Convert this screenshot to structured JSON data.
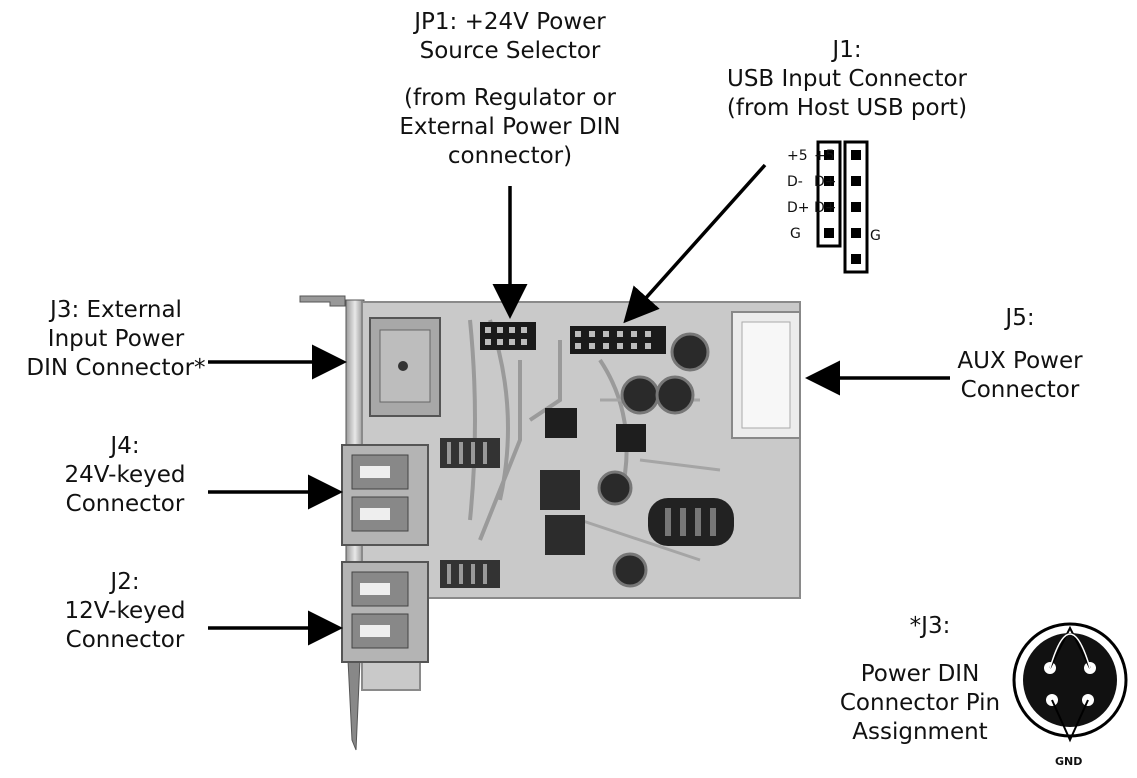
{
  "labels": {
    "jp1": {
      "line1": "JP1: +24V Power",
      "line2": "Source Selector",
      "line3": "(from Regulator or",
      "line4": "External Power DIN",
      "line5": "connector)"
    },
    "j1": {
      "line1": "J1:",
      "line2": "USB Input Connector",
      "line3": "(from Host USB port)"
    },
    "j3": {
      "line1": "J3: External",
      "line2": "Input Power",
      "line3": "DIN Connector*"
    },
    "j5": {
      "line1": "J5:",
      "line2": "AUX Power",
      "line3": "Connector"
    },
    "j4": {
      "line1": "J4:",
      "line2": "24V-keyed",
      "line3": "Connector"
    },
    "j2": {
      "line1": "J2:",
      "line2": "12V-keyed",
      "line3": "Connector"
    },
    "din": {
      "line1": "*J3:",
      "line2": "Power DIN",
      "line3": "Connector Pin",
      "line4": "Assignment",
      "gnd": "GND"
    }
  },
  "usb_pins": {
    "left": [
      "+5",
      "D-",
      "D+",
      "G"
    ],
    "right_overlay": [
      "+5",
      "D+",
      "D+",
      "G"
    ]
  },
  "colors": {
    "board": "#c9c9c9",
    "board_edge": "#8a8a8a",
    "dark": "#1a1a1a",
    "arrow": "#000000"
  }
}
